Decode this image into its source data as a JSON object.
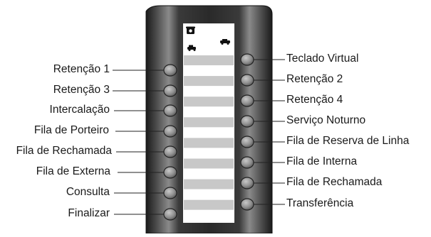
{
  "title": "",
  "panel": {
    "body_color": "#1c1c1c",
    "highlight_color": "#8e8e8e",
    "display_color": "#ffffff",
    "strip_color": "#c8c8c8",
    "button_color": "#9a9a9a",
    "line_color": "#222222",
    "icons": [
      "telephone-icon",
      "car-icon",
      "car-icon"
    ]
  },
  "left_labels": [
    {
      "id": "retencao-1",
      "text": "Retenção 1"
    },
    {
      "id": "retencao-3",
      "text": "Retenção 3"
    },
    {
      "id": "intercalacao",
      "text": "Intercalação"
    },
    {
      "id": "fila-de-porteiro",
      "text": "Fila de Porteiro"
    },
    {
      "id": "fila-de-rechamada-left",
      "text": "Fila de Rechamada"
    },
    {
      "id": "fila-de-externa",
      "text": "Fila de Externa"
    },
    {
      "id": "consulta",
      "text": "Consulta"
    },
    {
      "id": "finalizar",
      "text": "Finalizar"
    }
  ],
  "right_labels": [
    {
      "id": "teclado-virtual",
      "text": "Teclado Virtual"
    },
    {
      "id": "retencao-2",
      "text": "Retenção 2"
    },
    {
      "id": "retencao-4",
      "text": "Retenção 4"
    },
    {
      "id": "servico-noturno",
      "text": "Serviço Noturno"
    },
    {
      "id": "fila-de-reserva-de-linha",
      "text": "Fila de Reserva de Linha"
    },
    {
      "id": "fila-de-interna",
      "text": "Fila de Interna"
    },
    {
      "id": "fila-de-rechamada-right",
      "text": "Fila de Rechamada"
    },
    {
      "id": "transferencia",
      "text": "Transferência"
    }
  ]
}
